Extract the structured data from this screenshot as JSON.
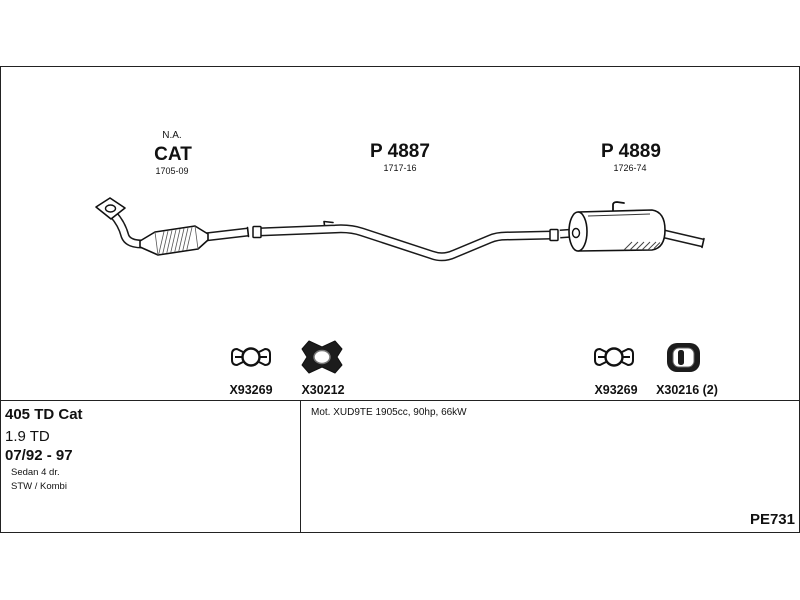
{
  "diagram": {
    "parts": [
      {
        "sublabel": "N.A.",
        "name": "CAT",
        "number": "1705-09"
      },
      {
        "name": "P 4887",
        "number": "1717-16"
      },
      {
        "name": "P 4889",
        "number": "1726-74"
      }
    ],
    "fittings": [
      {
        "code": "X93269",
        "icon": "clamp-icon"
      },
      {
        "code": "X30212",
        "icon": "rubber-hanger-icon"
      },
      {
        "code": "X93269",
        "icon": "clamp-icon"
      },
      {
        "code": "X30216 (2)",
        "icon": "rubber-ring-hanger-icon"
      }
    ]
  },
  "vehicle": {
    "model": "405 TD Cat",
    "engine": "1.9 TD",
    "years": "07/92 - 97",
    "body_types": [
      "Sedan 4 dr.",
      "STW / Kombi"
    ]
  },
  "engine_details": "Mot. XUD9TE 1905cc, 90hp, 66kW",
  "catalog_code": "PE731"
}
